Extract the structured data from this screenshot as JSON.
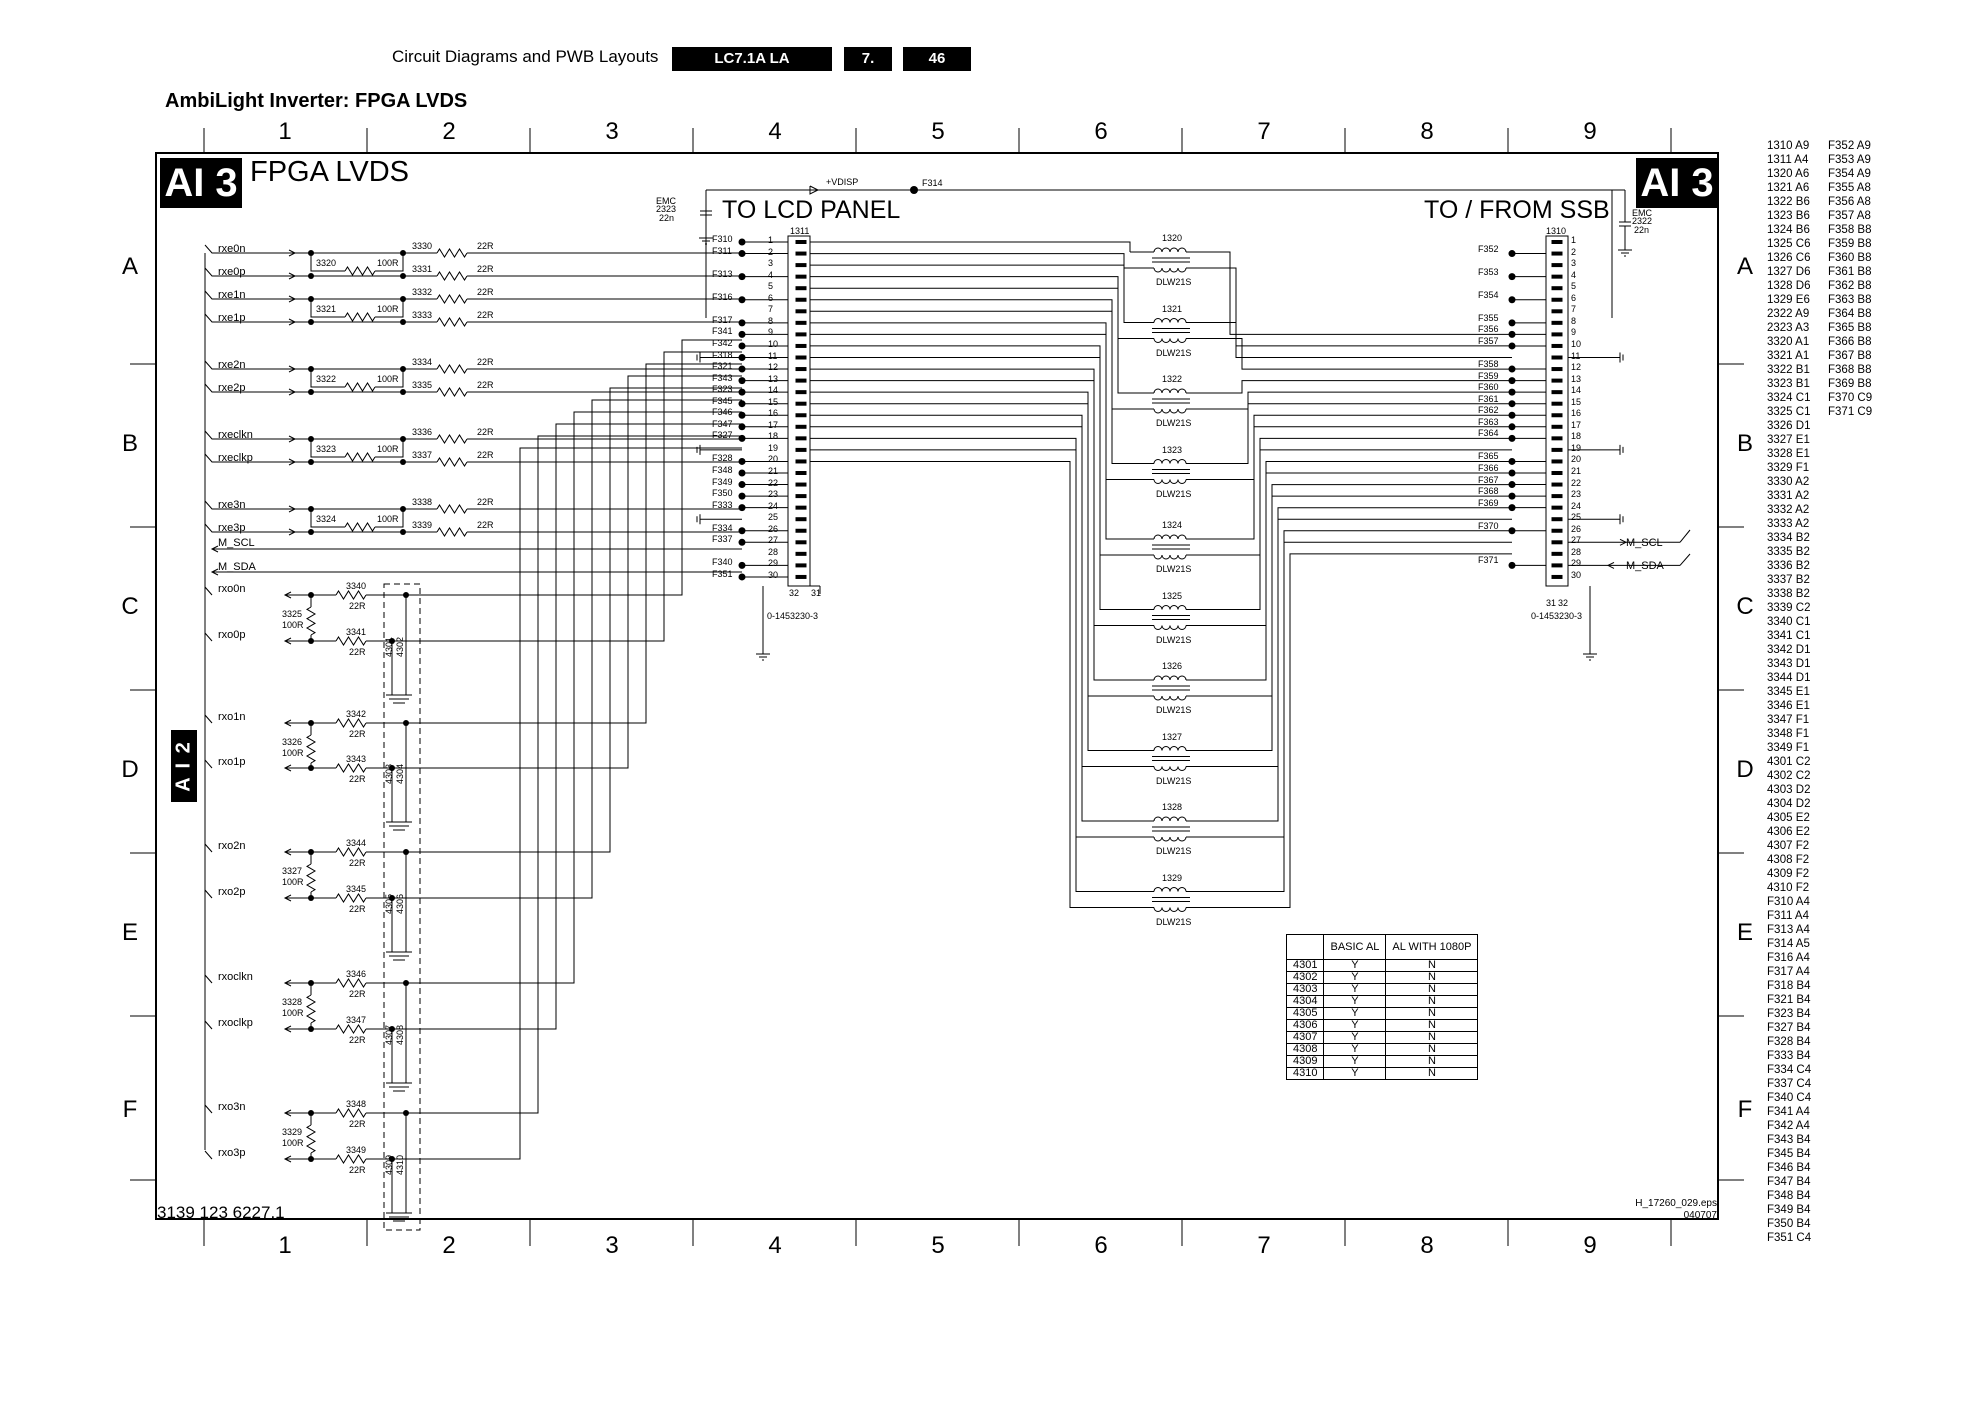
{
  "header": {
    "section": "Circuit Diagrams and PWB Layouts",
    "model": "LC7.1A LA",
    "chapter": "7.",
    "page": "46"
  },
  "sheet_title": "AmbiLight Inverter: FPGA LVDS",
  "diagram": {
    "badge": "AI 3",
    "title": "FPGA LVDS",
    "to_lcd": "TO LCD PANEL",
    "to_ssb": "TO / FROM SSB",
    "side_badge": "A I 2",
    "doc_number": "3139 123 6227.1",
    "eps_name": "H_17260_029.eps",
    "eps_date": "040707",
    "vdisp": "+VDISP",
    "f314": "F314",
    "emc_left": [
      "EMC",
      "2323",
      "22n"
    ],
    "emc_right": [
      "EMC",
      "2322",
      "22n"
    ],
    "conn_left": {
      "ref": "1311",
      "part": "0-1453230-3",
      "pin31": "31",
      "pin32": "32"
    },
    "conn_right": {
      "ref": "1310",
      "part": "0-1453230-3",
      "pin31": "31",
      "pin32": "32"
    },
    "m_scl": "M_SCL",
    "m_sda": "M_SDA"
  },
  "grid": {
    "columns": [
      "1",
      "2",
      "3",
      "4",
      "5",
      "6",
      "7",
      "8",
      "9"
    ],
    "rows": [
      "A",
      "B",
      "C",
      "D",
      "E",
      "F"
    ]
  },
  "rx_e_signals": [
    {
      "name": "rxe0n",
      "res": "3330",
      "val": "22R"
    },
    {
      "name": "rxe0p",
      "res": "3331",
      "val": "22R",
      "term": "3320",
      "term_val": "100R"
    },
    {
      "name": "rxe1n",
      "res": "3332",
      "val": "22R"
    },
    {
      "name": "rxe1p",
      "res": "3333",
      "val": "22R",
      "term": "3321",
      "term_val": "100R"
    },
    {
      "name": "rxe2n",
      "res": "3334",
      "val": "22R"
    },
    {
      "name": "rxe2p",
      "res": "3335",
      "val": "22R",
      "term": "3322",
      "term_val": "100R"
    },
    {
      "name": "rxeclkn",
      "res": "3336",
      "val": "22R"
    },
    {
      "name": "rxeclkp",
      "res": "3337",
      "val": "22R",
      "term": "3323",
      "term_val": "100R"
    },
    {
      "name": "rxe3n",
      "res": "3338",
      "val": "22R"
    },
    {
      "name": "rxe3p",
      "res": "3339",
      "val": "22R",
      "term": "3324",
      "term_val": "100R"
    }
  ],
  "rx_o_signals": [
    {
      "name": "rxo0n",
      "res": "3340",
      "val": "22R",
      "term": "3325",
      "term_val": "100R",
      "caps": "4301 4302"
    },
    {
      "name": "rxo0p",
      "res": "3341",
      "val": "22R"
    },
    {
      "name": "rxo1n",
      "res": "3342",
      "val": "22R",
      "term": "3326",
      "term_val": "100R",
      "caps": "4303 4304"
    },
    {
      "name": "rxo1p",
      "res": "3343",
      "val": "22R"
    },
    {
      "name": "rxo2n",
      "res": "3344",
      "val": "22R",
      "term": "3327",
      "term_val": "100R",
      "caps": "4305 4306"
    },
    {
      "name": "rxo2p",
      "res": "3345",
      "val": "22R"
    },
    {
      "name": "rxoclkn",
      "res": "3346",
      "val": "22R",
      "term": "3328",
      "term_val": "100R",
      "caps": "4307 4308"
    },
    {
      "name": "rxoclkp",
      "res": "3347",
      "val": "22R"
    },
    {
      "name": "rxo3n",
      "res": "3348",
      "val": "22R",
      "term": "3329",
      "term_val": "100R",
      "caps": "4309 4310"
    },
    {
      "name": "rxo3p",
      "res": "3349",
      "val": "22R"
    }
  ],
  "left_fuses": [
    "F310",
    "F311",
    "F313",
    "F316",
    "F317",
    "F341",
    "F342",
    "F318",
    "F321",
    "F343",
    "F323",
    "F345",
    "F346",
    "F347",
    "F327",
    "F328",
    "F348",
    "F349",
    "F350",
    "F333",
    "F334",
    "F337",
    "F340",
    "F351"
  ],
  "right_fuses": [
    "F352",
    "F353",
    "F354",
    "F355",
    "F356",
    "F357",
    "F358",
    "F359",
    "F360",
    "F361",
    "F362",
    "F363",
    "F364",
    "F365",
    "F366",
    "F367",
    "F368",
    "F369",
    "F370",
    "F371"
  ],
  "chokes": [
    {
      "ref": "1320",
      "type": "DLW21S"
    },
    {
      "ref": "1321",
      "type": "DLW21S"
    },
    {
      "ref": "1322",
      "type": "DLW21S"
    },
    {
      "ref": "1323",
      "type": "DLW21S"
    },
    {
      "ref": "1324",
      "type": "DLW21S"
    },
    {
      "ref": "1325",
      "type": "DLW21S"
    },
    {
      "ref": "1326",
      "type": "DLW21S"
    },
    {
      "ref": "1327",
      "type": "DLW21S"
    },
    {
      "ref": "1328",
      "type": "DLW21S"
    },
    {
      "ref": "1329",
      "type": "DLW21S"
    }
  ],
  "config_table": {
    "headers": [
      "",
      "BASIC AL",
      "AL WITH 1080P"
    ],
    "rows": [
      [
        "4301",
        "Y",
        "N"
      ],
      [
        "4302",
        "Y",
        "N"
      ],
      [
        "4303",
        "Y",
        "N"
      ],
      [
        "4304",
        "Y",
        "N"
      ],
      [
        "4305",
        "Y",
        "N"
      ],
      [
        "4306",
        "Y",
        "N"
      ],
      [
        "4307",
        "Y",
        "N"
      ],
      [
        "4308",
        "Y",
        "N"
      ],
      [
        "4309",
        "Y",
        "N"
      ],
      [
        "4310",
        "Y",
        "N"
      ]
    ]
  },
  "ref_list_1": [
    "1310 A9",
    "1311 A4",
    "1320 A6",
    "1321 A6",
    "1322 B6",
    "1323 B6",
    "1324 B6",
    "1325 C6",
    "1326 C6",
    "1327 D6",
    "1328 D6",
    "1329 E6",
    "2322 A9",
    "2323 A3",
    "3320 A1",
    "3321 A1",
    "3322 B1",
    "3323 B1",
    "3324 C1",
    "3325 C1",
    "3326 D1",
    "3327 E1",
    "3328 E1",
    "3329 F1",
    "3330 A2",
    "3331 A2",
    "3332 A2",
    "3333 A2",
    "3334 B2",
    "3335 B2",
    "3336 B2",
    "3337 B2",
    "3338 B2",
    "3339 C2",
    "3340 C1",
    "3341 C1",
    "3342 D1",
    "3343 D1",
    "3344 D1",
    "3345 E1",
    "3346 E1",
    "3347 F1",
    "3348 F1",
    "3349 F1",
    "4301 C2",
    "4302 C2",
    "4303 D2",
    "4304 D2",
    "4305 E2",
    "4306 E2",
    "4307 F2",
    "4308 F2",
    "4309 F2",
    "4310 F2",
    "F310 A4",
    "F311 A4",
    "F313 A4",
    "F314 A5",
    "F316 A4",
    "F317 A4",
    "F318 B4",
    "F321 B4",
    "F323 B4",
    "F327 B4",
    "F328 B4",
    "F333 B4",
    "F334 C4",
    "F337 C4",
    "F340 C4",
    "F341 A4",
    "F342 A4",
    "F343 B4",
    "F345 B4",
    "F346 B4",
    "F347 B4",
    "F348 B4",
    "F349 B4",
    "F350 B4",
    "F351 C4"
  ],
  "ref_list_2": [
    "F352 A9",
    "F353 A9",
    "F354 A9",
    "F355 A8",
    "F356 A8",
    "F357 A8",
    "F358 B8",
    "F359 B8",
    "F360 B8",
    "F361 B8",
    "F362 B8",
    "F363 B8",
    "F364 B8",
    "F365 B8",
    "F366 B8",
    "F367 B8",
    "F368 B8",
    "F369 B8",
    "F370 C9",
    "F371 C9"
  ]
}
